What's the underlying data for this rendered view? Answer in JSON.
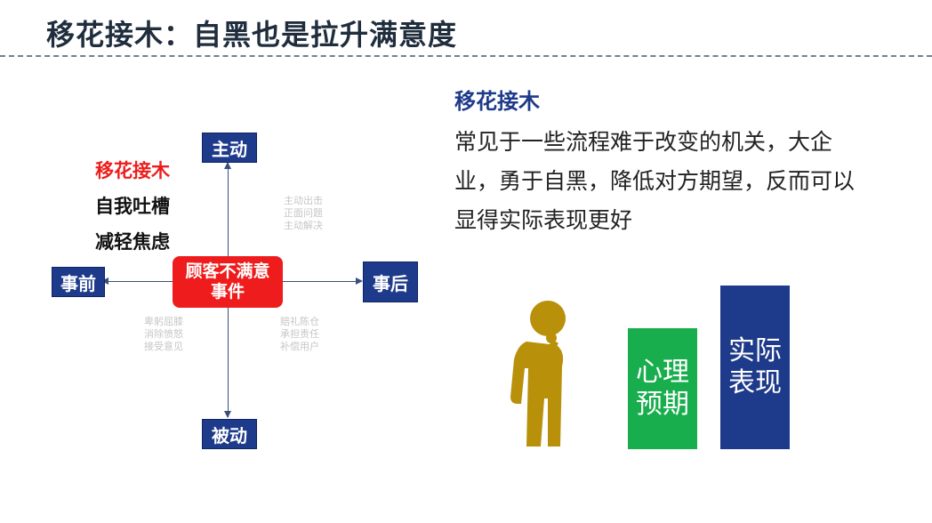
{
  "title": "移花接木：自黑也是拉升满意度",
  "diagram": {
    "top": "主动",
    "bottom": "被动",
    "left": "事前",
    "right": "事后",
    "center_line1": "顾客不满意",
    "center_line2": "事件",
    "keywords": [
      "移花接木",
      "自我吐槽",
      "减轻焦虑"
    ],
    "note_top_right": [
      "主动出击",
      "正面问题",
      "主动解决"
    ],
    "note_bottom_left": [
      "卑躬屈膝",
      "消除愤怒",
      "接受意见"
    ],
    "note_bottom_right": [
      "赔礼陈仓",
      "承担责任",
      "补偿用户"
    ],
    "colors": {
      "axis": "#3a4f7a",
      "box": "#1e3a8a",
      "center": "#ee1c1c",
      "highlight": "#ee1c1c"
    }
  },
  "right_text": {
    "heading": "移花接木",
    "body": "常见于一些流程难于改变的机关，大企业，勇于自黑，降低对方期望，反而可以显得实际表现更好"
  },
  "figure": {
    "icon": "thinking-person-icon",
    "color": "#b8900a"
  },
  "bars": {
    "expected_line1": "心理",
    "expected_line2": "预期",
    "actual_line1": "实际",
    "actual_line2": "表现",
    "colors": {
      "expected": "#18ae4d",
      "actual": "#1e3a8a"
    }
  }
}
